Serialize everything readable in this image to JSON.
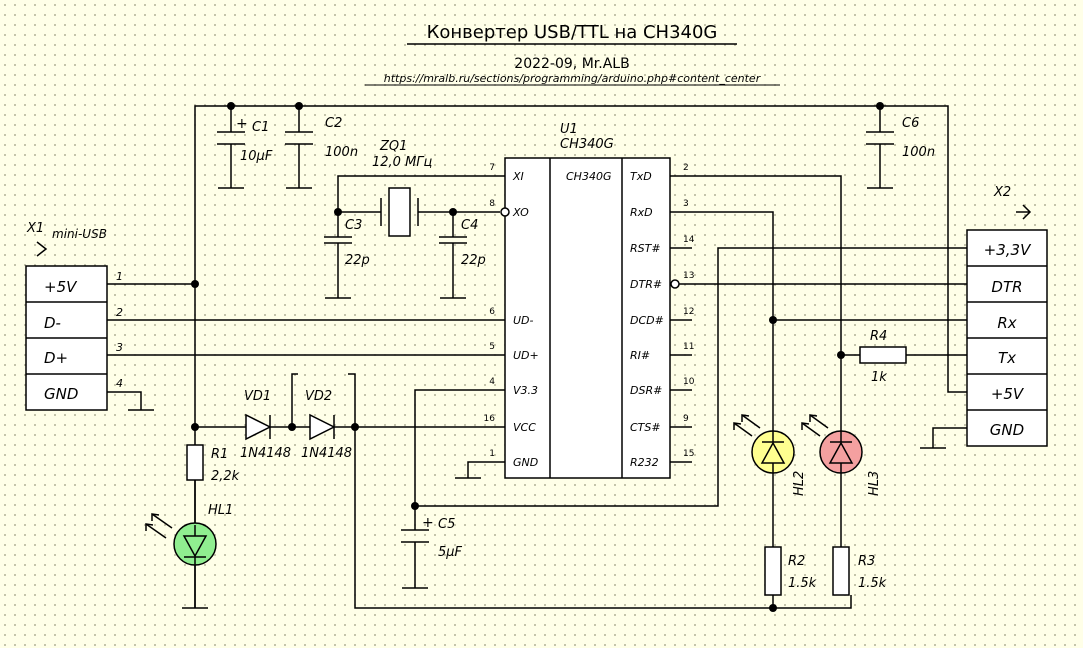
{
  "title": "Конвертер USB/TTL на CH340G",
  "subtitle": "2022-09, Mr.ALB",
  "url": "https://mralb.ru/sections/programming/arduino.php#content_center",
  "x1": {
    "ref": "X1",
    "type": "mini-USB",
    "pins": [
      "+5V",
      "D-",
      "D+",
      "GND"
    ],
    "nums": [
      "1",
      "2",
      "3",
      "4"
    ]
  },
  "x2": {
    "ref": "X2",
    "pins": [
      "+3,3V",
      "DTR",
      "Rx",
      "Tx",
      "+5V",
      "GND"
    ]
  },
  "u1": {
    "ref": "U1",
    "part": "CH340G",
    "center_label": "CH340G",
    "left": [
      {
        "name": "XI",
        "num": "7"
      },
      {
        "name": "XO",
        "num": "8"
      },
      {
        "name": "UD-",
        "num": "6"
      },
      {
        "name": "UD+",
        "num": "5"
      },
      {
        "name": "V3.3",
        "num": "4"
      },
      {
        "name": "VCC",
        "num": "16"
      },
      {
        "name": "GND",
        "num": "1"
      }
    ],
    "right": [
      {
        "name": "TxD",
        "num": "2"
      },
      {
        "name": "RxD",
        "num": "3"
      },
      {
        "name": "RST#",
        "num": "14"
      },
      {
        "name": "DTR#",
        "num": "13"
      },
      {
        "name": "DCD#",
        "num": "12"
      },
      {
        "name": "RI#",
        "num": "11"
      },
      {
        "name": "DSR#",
        "num": "10"
      },
      {
        "name": "CTS#",
        "num": "9"
      },
      {
        "name": "R232",
        "num": "15"
      }
    ]
  },
  "c1": {
    "ref": "C1",
    "value": "10µF"
  },
  "c2": {
    "ref": "C2",
    "value": "100n"
  },
  "c3": {
    "ref": "C3",
    "value": "22p"
  },
  "c4": {
    "ref": "C4",
    "value": "22p"
  },
  "c5": {
    "ref": "C5",
    "value": "5µF"
  },
  "c6": {
    "ref": "C6",
    "value": "100n"
  },
  "zq1": {
    "ref": "ZQ1",
    "value": "12,0 МГц"
  },
  "vd1": {
    "ref": "VD1",
    "value": "1N4148"
  },
  "vd2": {
    "ref": "VD2",
    "value": "1N4148"
  },
  "r1": {
    "ref": "R1",
    "value": "2,2k"
  },
  "r2": {
    "ref": "R2",
    "value": "1.5k"
  },
  "r3": {
    "ref": "R3",
    "value": "1.5k"
  },
  "r4": {
    "ref": "R4",
    "value": "1k"
  },
  "hl1": {
    "ref": "HL1",
    "color": "#90ee90"
  },
  "hl2": {
    "ref": "HL2",
    "color": "#ffff90"
  },
  "hl3": {
    "ref": "HL3",
    "color": "#f4a0a0"
  }
}
